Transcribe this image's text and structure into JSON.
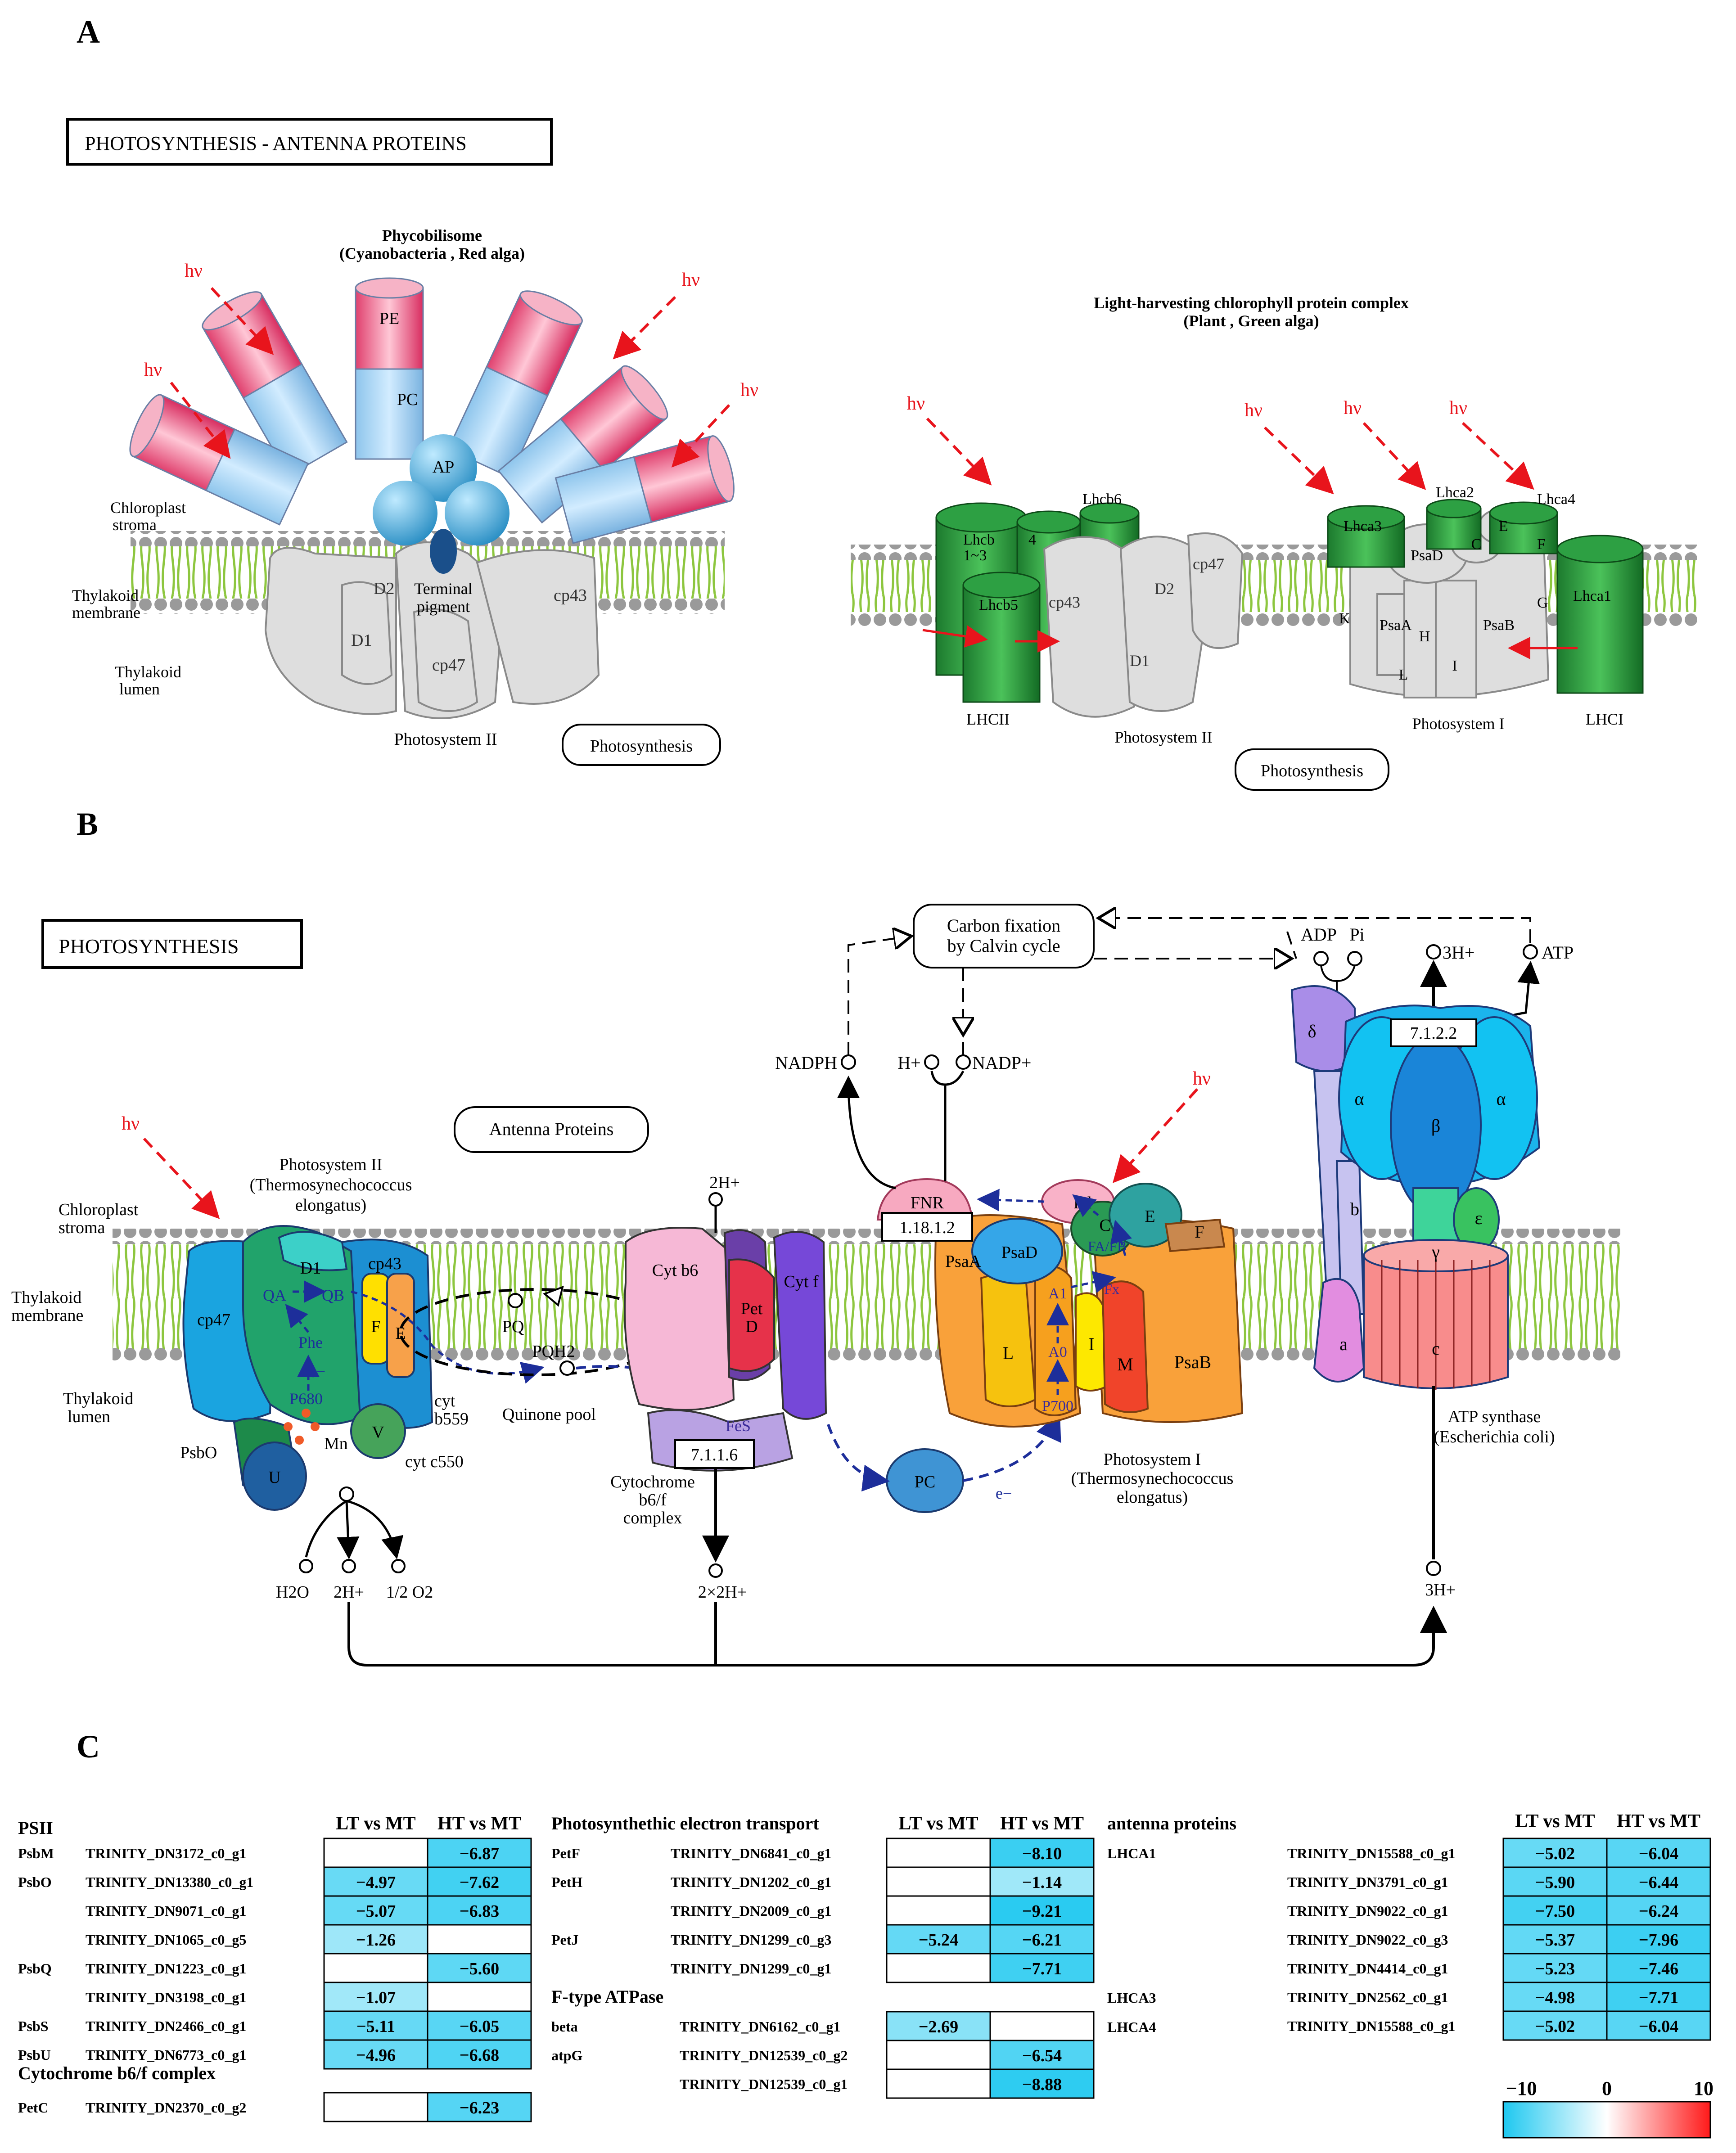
{
  "panel_labels": {
    "a": "A",
    "b": "B",
    "c": "C"
  },
  "panel_a": {
    "title_box": "PHOTOSYNTHESIS - ANTENNA PROTEINS",
    "phyco_title_1": "Phycobilisome",
    "phyco_title_2": "(Cyanobacteria , Red alga)",
    "lhc_title_1": "Light-harvesting chlorophyll protein complex",
    "lhc_title_2": "(Plant , Green alga)",
    "hv": "hν",
    "pe": "PE",
    "pc": "PC",
    "ap": "AP",
    "stroma_1": "Chloroplast",
    "stroma_2": "stroma",
    "membrane_1": "Thylakoid",
    "membrane_2": "membrane",
    "lumen_1": "Thylakoid",
    "lumen_2": "lumen",
    "d1": "D1",
    "d2": "D2",
    "cp43": "cp43",
    "cp47": "cp47",
    "terminal_1": "Terminal",
    "terminal_2": "pigment",
    "ps2": "Photosystem II",
    "photosynthesis_btn": "Photosynthesis",
    "lhcb_1": "Lhcb",
    "lhcb_2": "1~3",
    "lhcb_4": "4",
    "lhcb5": "Lhcb5",
    "lhcb6": "Lhcb6",
    "lhcii": "LHCII",
    "lhci": "LHCI",
    "lhca1": "Lhca1",
    "lhca2": "Lhca2",
    "lhca3": "Lhca3",
    "lhca4": "Lhca4",
    "psad": "PsaD",
    "psaa": "PsaA",
    "psab": "PsaB",
    "c": "C",
    "e": "E",
    "f": "F",
    "g": "G",
    "k": "K",
    "h": "H",
    "l": "L",
    "i": "I",
    "ps1": "Photosystem I"
  },
  "panel_b": {
    "title_box": "PHOTOSYNTHESIS",
    "antenna_btn": "Antenna Proteins",
    "calvin_1": "Carbon fixation",
    "calvin_2": "by Calvin cycle",
    "hv": "hν",
    "ps2_1": "Photosystem II",
    "ps2_2": "(Thermosynechococcus",
    "ps2_3": "elongatus)",
    "stroma_1": "Chloroplast",
    "stroma_2": "stroma",
    "membrane_1": "Thylakoid",
    "membrane_2": "membrane",
    "lumen_1": "Thylakoid",
    "lumen_2": "lumen",
    "d1": "D1",
    "cp43": "cp43",
    "cp47": "cp47",
    "qa": "QA",
    "qb": "QB",
    "phe": "Phe",
    "em": "e−",
    "p680": "P680",
    "f": "F",
    "e": "E",
    "psbo": "PsbO",
    "u": "U",
    "v": "V",
    "mn": "Mn",
    "cyt_b559_1": "cyt",
    "cyt_b559_2": "b559",
    "cyt_c550": "cyt c550",
    "pq": "PQ",
    "pqh2": "PQH2",
    "quinone": "Quinone pool",
    "h2o": "H2O",
    "twoh": "2H+",
    "halfo2": "1/2 O2",
    "cytb6": "Cyt b6",
    "pet": "Pet",
    "petd": "D",
    "cytf": "Cyt f",
    "fes": "FeS",
    "ec_b6f": "7.1.1.6",
    "cb6f_1": "Cytochrome",
    "cb6f_2": "b6/f",
    "cb6f_3": "complex",
    "twoh_top": "2H+",
    "twoxtwoh": "2×2H+",
    "nadph": "NADPH",
    "hplus": "H+",
    "nadp": "NADP+",
    "fnr": "FNR",
    "ec_fnr": "1.18.1.2",
    "fd": "Fd",
    "pc": "PC",
    "e_minus": "e−",
    "psaa": "PsaA",
    "psad": "PsaD",
    "psab": "PsaB",
    "c": "C",
    "e2": "E",
    "f2": "F",
    "fafb": "FA/FB",
    "fx": "Fx",
    "a1": "A1",
    "a0": "A0",
    "p700": "P700",
    "l": "L",
    "i": "I",
    "m": "M",
    "ps1_1": "Photosystem I",
    "ps1_2": "(Thermosynechococcus",
    "ps1_3": "elongatus)",
    "adp": "ADP",
    "pi": "Pi",
    "threeh_top": "3H+",
    "atp": "ATP",
    "ec_atp": "7.1.2.2",
    "delta": "δ",
    "alpha": "α",
    "beta": "β",
    "b": "b",
    "eps": "ε",
    "gamma": "γ",
    "a": "a",
    "csub": "c",
    "atp_syn_1": "ATP synthase",
    "atp_syn_2": "(Escherichia coli)",
    "threeh_bottom": "3H+"
  },
  "panel_c": {
    "groups": {
      "psii": "PSII",
      "cyt": "Cytochrome b6/f complex",
      "pet": "Photosynthethic electron transport",
      "atp": "F-type ATPase",
      "antenna": "antenna proteins"
    },
    "col_lt": "LT vs MT",
    "col_ht": "HT vs MT",
    "psii_rows": [
      {
        "gene": "PsbM",
        "id": "TRINITY_DN3172_c0_g1",
        "lt": "",
        "ht": "−6.87"
      },
      {
        "gene": "PsbO",
        "id": "TRINITY_DN13380_c0_g1",
        "lt": "−4.97",
        "ht": "−7.62"
      },
      {
        "gene": "",
        "id": "TRINITY_DN9071_c0_g1",
        "lt": "−5.07",
        "ht": "−6.83"
      },
      {
        "gene": "",
        "id": "TRINITY_DN1065_c0_g5",
        "lt": "−1.26",
        "ht": ""
      },
      {
        "gene": "PsbQ",
        "id": "TRINITY_DN1223_c0_g1",
        "lt": "",
        "ht": "−5.60"
      },
      {
        "gene": "",
        "id": "TRINITY_DN3198_c0_g1",
        "lt": "−1.07",
        "ht": ""
      },
      {
        "gene": "PsbS",
        "id": "TRINITY_DN2466_c0_g1",
        "lt": "−5.11",
        "ht": "−6.05"
      },
      {
        "gene": "PsbU",
        "id": "TRINITY_DN6773_c0_g1",
        "lt": "−4.96",
        "ht": "−6.68"
      }
    ],
    "cyt_rows": [
      {
        "gene": "PetC",
        "id": "TRINITY_DN2370_c0_g2",
        "lt": "",
        "ht": "−6.23"
      }
    ],
    "pet_rows": [
      {
        "gene": "PetF",
        "id": "TRINITY_DN6841_c0_g1",
        "lt": "",
        "ht": "−8.10"
      },
      {
        "gene": "PetH",
        "id": "TRINITY_DN1202_c0_g1",
        "lt": "",
        "ht": "−1.14"
      },
      {
        "gene": "",
        "id": "TRINITY_DN2009_c0_g1",
        "lt": "",
        "ht": "−9.21"
      },
      {
        "gene": "PetJ",
        "id": "TRINITY_DN1299_c0_g3",
        "lt": "−5.24",
        "ht": "−6.21"
      },
      {
        "gene": "",
        "id": "TRINITY_DN1299_c0_g1",
        "lt": "",
        "ht": "−7.71"
      }
    ],
    "atp_rows": [
      {
        "gene": "beta",
        "id": "TRINITY_DN6162_c0_g1",
        "lt": "−2.69",
        "ht": ""
      },
      {
        "gene": "atpG",
        "id": "TRINITY_DN12539_c0_g2",
        "lt": "",
        "ht": "−6.54"
      },
      {
        "gene": "",
        "id": "TRINITY_DN12539_c0_g1",
        "lt": "",
        "ht": "−8.88"
      }
    ],
    "antenna_rows": [
      {
        "gene": "LHCA1",
        "id": "TRINITY_DN15588_c0_g1",
        "lt": "−5.02",
        "ht": "−6.04"
      },
      {
        "gene": "",
        "id": "TRINITY_DN3791_c0_g1",
        "lt": "−5.90",
        "ht": "−6.44"
      },
      {
        "gene": "",
        "id": "TRINITY_DN9022_c0_g1",
        "lt": "−7.50",
        "ht": "−6.24"
      },
      {
        "gene": "",
        "id": "TRINITY_DN9022_c0_g3",
        "lt": "−5.37",
        "ht": "−7.96"
      },
      {
        "gene": "",
        "id": "TRINITY_DN4414_c0_g1",
        "lt": "−5.23",
        "ht": "−7.46"
      },
      {
        "gene": "LHCA3",
        "id": "TRINITY_DN2562_c0_g1",
        "lt": "−4.98",
        "ht": "−7.71"
      },
      {
        "gene": "LHCA4",
        "id": "TRINITY_DN15588_c0_g1",
        "lt": "−5.02",
        "ht": "−6.04"
      }
    ],
    "scale": {
      "min": "−10",
      "mid": "0",
      "max": "10"
    },
    "colors": {
      "neg": "#1ec8f0",
      "mid": "#ffffff",
      "pos": "#ff1a1a"
    }
  }
}
